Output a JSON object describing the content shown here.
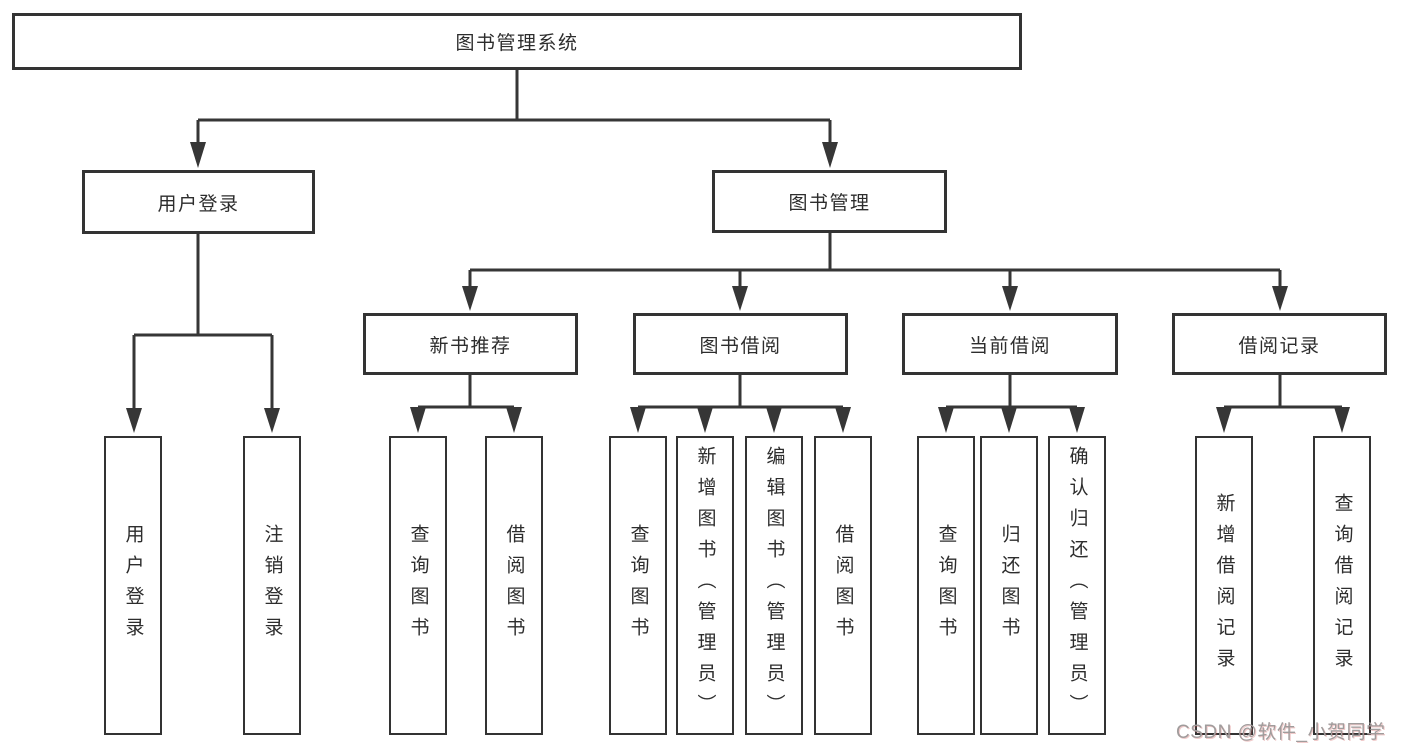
{
  "diagram": {
    "type": "hierarchy-tree",
    "root_label": "图书管理系统",
    "user_login": {
      "label": "用户登录",
      "leaves": [
        "用户登录",
        "注销登录"
      ]
    },
    "book_mgmt": {
      "label": "图书管理",
      "groups": [
        {
          "label": "新书推荐",
          "leaves": [
            "查询图书",
            "借阅图书"
          ]
        },
        {
          "label": "图书借阅",
          "leaves": [
            "查询图书",
            "新增图书（管理员）",
            "编辑图书（管理员）",
            "借阅图书"
          ]
        },
        {
          "label": "当前借阅",
          "leaves": [
            "查询图书",
            "归还图书",
            "确认归还（管理员）"
          ]
        },
        {
          "label": "借阅记录",
          "leaves": [
            "新增借阅记录",
            "查询借阅记录"
          ]
        }
      ]
    }
  },
  "watermark": {
    "text": "CSDN @软件_小贺同学",
    "color": "#a09c9c"
  },
  "colors": {
    "background": "#ffffff",
    "box_border": "#333333",
    "connector_line": "#363636",
    "text": "#2d2d2d"
  }
}
